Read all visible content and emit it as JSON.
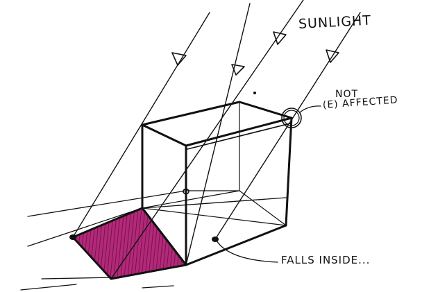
{
  "labels": {
    "sunlight": "SUNLIGHT",
    "not_affected_line1": "NOT",
    "not_affected_line2": "(E) AFFECTED",
    "falls_inside": "FALLS INSIDE..."
  },
  "colors": {
    "ink": "#111111",
    "shadow_fill": "#b4287a",
    "background": "#ffffff"
  }
}
